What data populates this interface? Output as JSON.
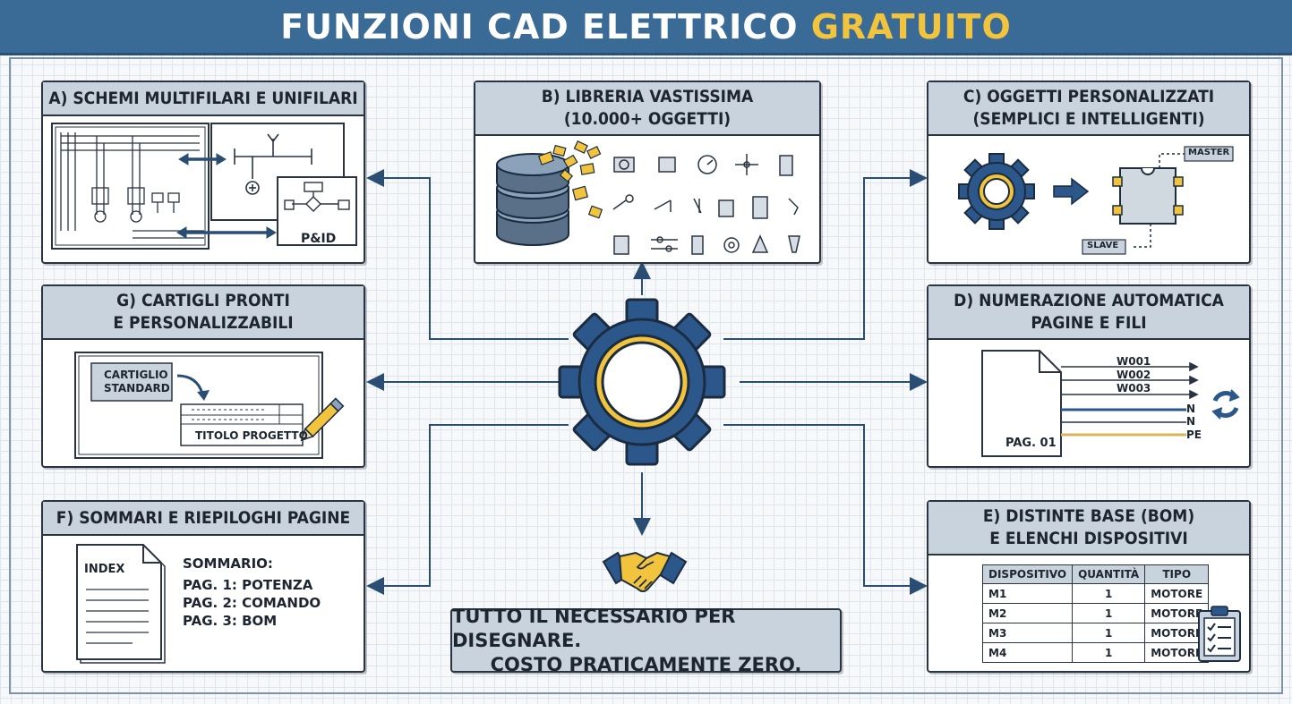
{
  "title": {
    "main": "FUNZIONI CAD ELETTRICO",
    "accent": "GRATUITO"
  },
  "colors": {
    "banner": "#3a6a96",
    "accent": "#f2c33c",
    "navy": "#2a4d74",
    "panel": "#c9d3dd"
  },
  "sections": {
    "a": {
      "title": "A) SCHEMI MULTIFILARI E UNIFILARI",
      "pid_label": "P&ID"
    },
    "b": {
      "title": "B) LIBRERIA VASTISSIMA\n(10.000+ OGGETTI)"
    },
    "c": {
      "title": "C) OGGETTI PERSONALIZZATI\n(SEMPLICI E INTELLIGENTI)",
      "master": "MASTER",
      "slave": "SLAVE"
    },
    "g": {
      "title": "G) CARTIGLI PRONTI\nE PERSONALIZZABILI",
      "cartiglio_line1": "CARTIGLIO",
      "cartiglio_line2": "STANDARD",
      "titolo": "TITOLO PROGETTO"
    },
    "d": {
      "title": "D) NUMERAZIONE AUTOMATICA\nPAGINE E FILI",
      "wires": [
        "W001",
        "W002",
        "W003",
        "N",
        "N",
        "PE"
      ],
      "page": "PAG. 01"
    },
    "f": {
      "title": "F) SOMMARI E RIEPILOGHI PAGINE",
      "index": "INDEX",
      "sommario": "SOMMARIO:",
      "lines": [
        "PAG. 1: POTENZA",
        "PAG. 2: COMANDO",
        "PAG. 3: BOM"
      ]
    },
    "e": {
      "title": "E) DISTINTE BASE (BOM)\nE ELENCHI DISPOSITIVI",
      "headers": [
        "DISPOSITIVO",
        "QUANTITÀ",
        "TIPO"
      ],
      "rows": [
        [
          "M1",
          "1",
          "MOTORE"
        ],
        [
          "M2",
          "1",
          "MOTORE"
        ],
        [
          "M3",
          "1",
          "MOTORE"
        ],
        [
          "M4",
          "1",
          "MOTORE"
        ]
      ]
    }
  },
  "center": {
    "tagline_1": "TUTTO IL NECESSARIO PER DISEGNARE.",
    "tagline_2": "COSTO PRATICAMENTE ZERO."
  }
}
